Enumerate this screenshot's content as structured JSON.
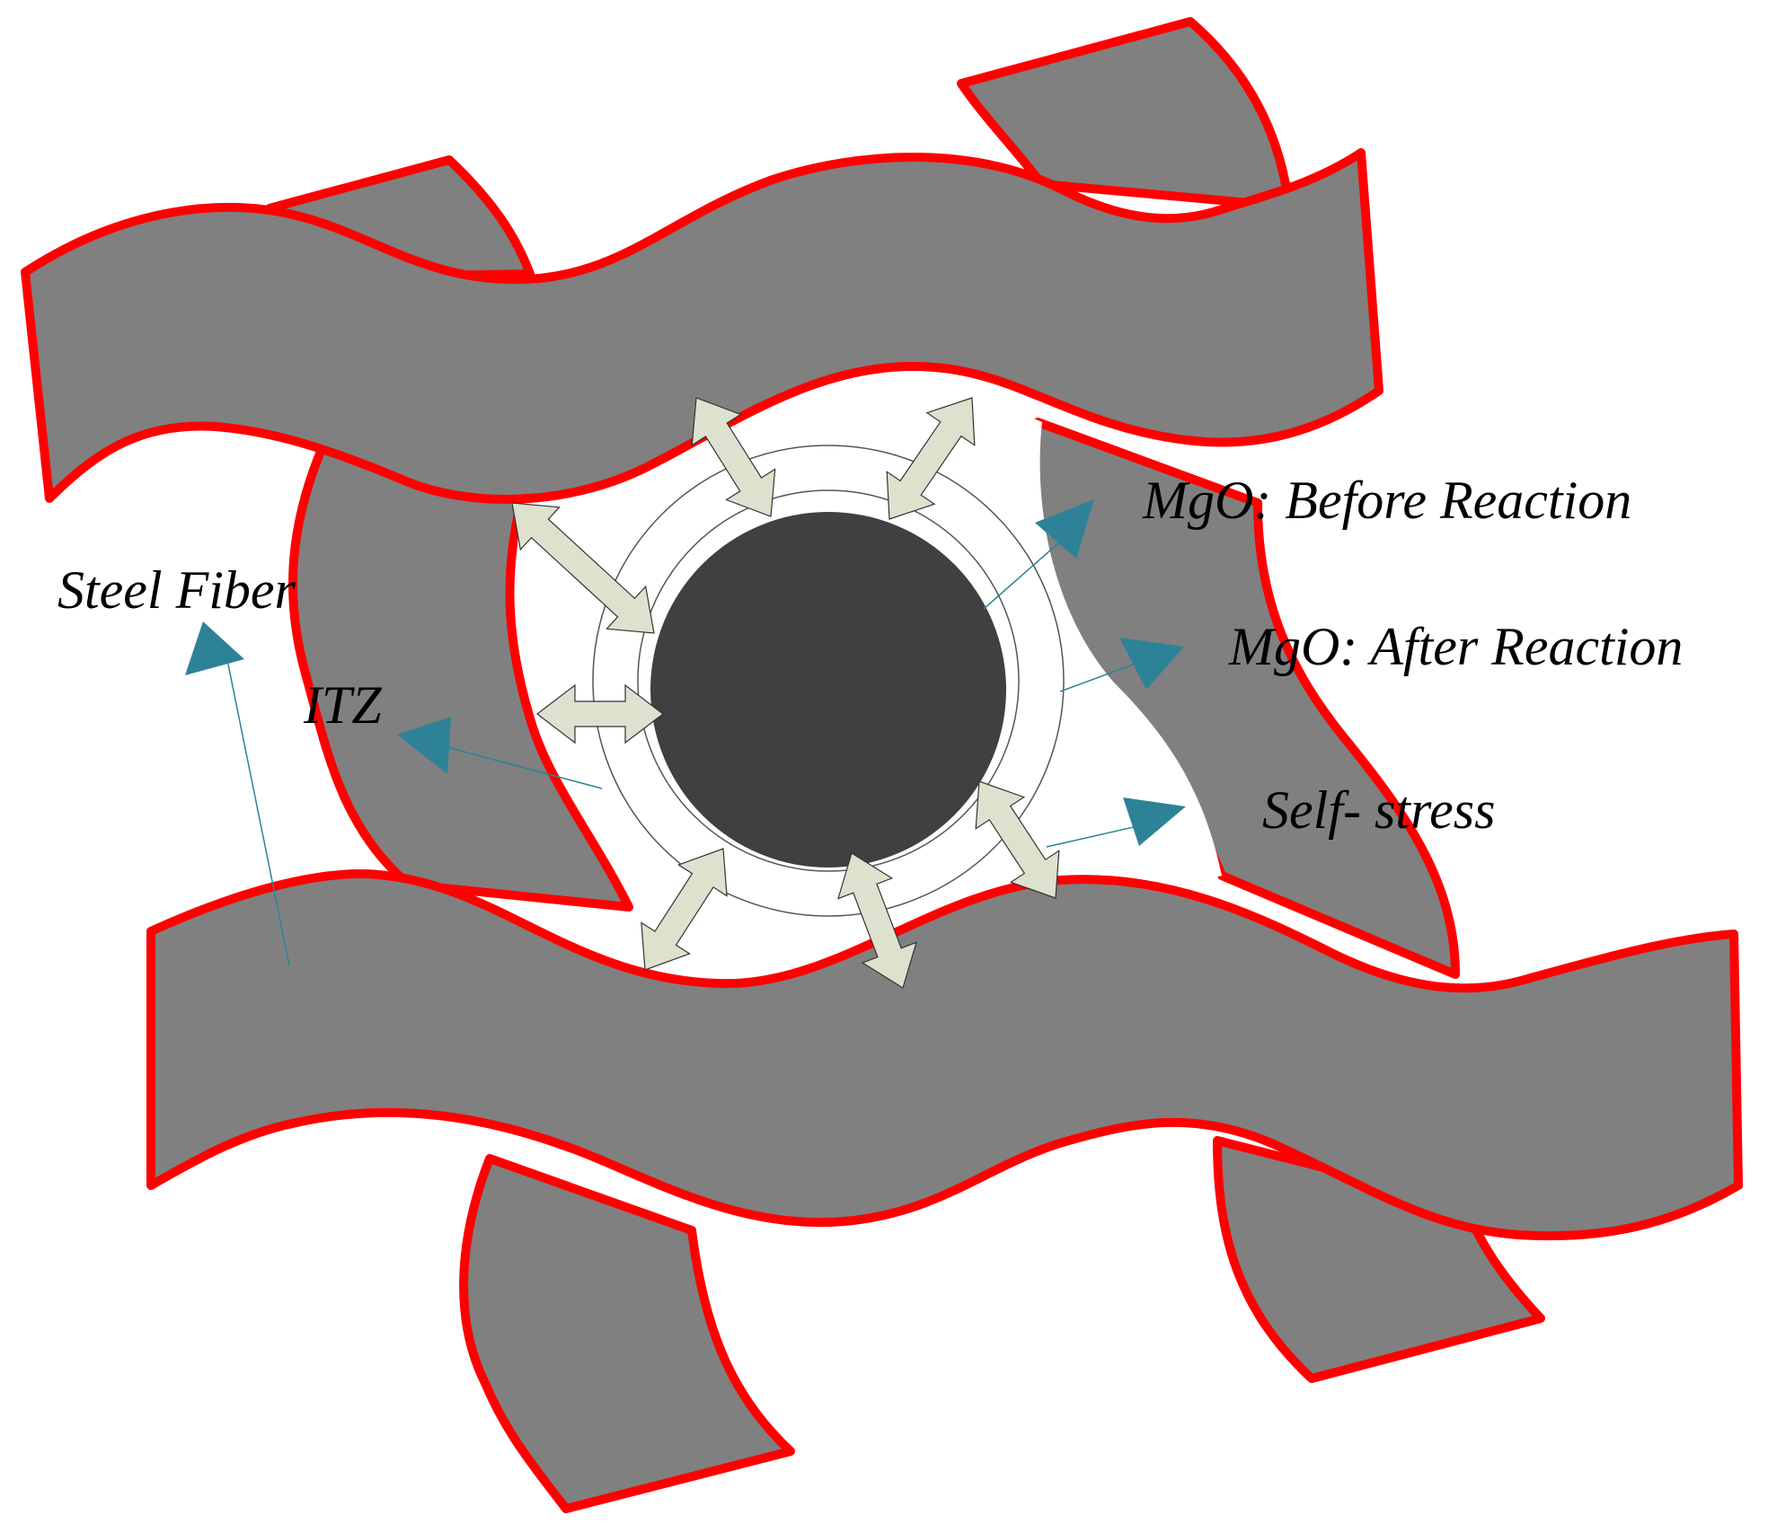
{
  "labels": {
    "steel_fiber": "Steel Fiber",
    "itz": "ITZ",
    "mgo_before": "MgO: Before Reaction",
    "mgo_after": "MgO: After Reaction",
    "self_stress": "Self- stress"
  },
  "colors": {
    "fiber_fill": "#808080",
    "fiber_outline": "#ff0000",
    "mgo_core": "#404040",
    "stress_arrow": "#dde2cf",
    "leader_arrow": "#2e8297",
    "ring_outline": "#555555"
  }
}
